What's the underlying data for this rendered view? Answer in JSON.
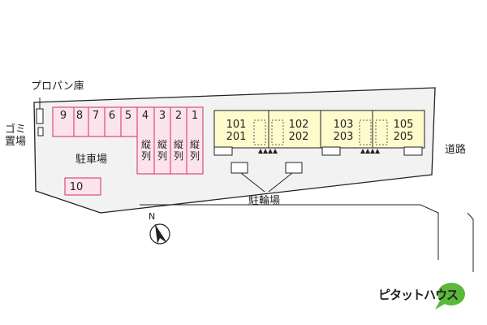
{
  "labels": {
    "propane": "プロパン庫",
    "garbage": "ゴミ置場",
    "parking": "駐車場",
    "bike_parking": "駐輪場",
    "road": "道路",
    "north": "N"
  },
  "parking_spaces": {
    "top_row": [
      "9",
      "8",
      "7",
      "6",
      "5",
      "4",
      "3",
      "2",
      "1"
    ],
    "tandem_label": "縦列",
    "tandem_count": 4,
    "bottom": "10"
  },
  "units": [
    {
      "upper": "101",
      "lower": "201"
    },
    {
      "upper": "102",
      "lower": "202"
    },
    {
      "upper": "103",
      "lower": "203"
    },
    {
      "upper": "105",
      "lower": "205"
    }
  ],
  "logo": {
    "text": "ピタットハウス",
    "color": "#5cb83a"
  },
  "colors": {
    "parking_fill": "#fde3ec",
    "parking_stroke": "#d0305a",
    "building_fill": "#fffbcc",
    "line": "#222222"
  }
}
